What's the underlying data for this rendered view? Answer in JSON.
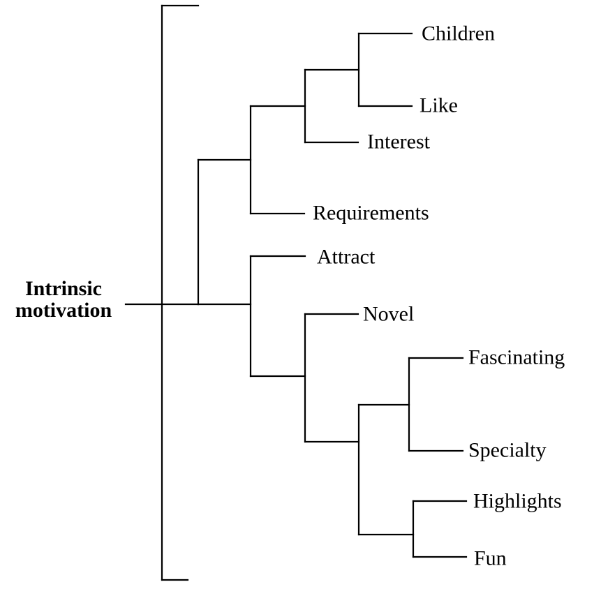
{
  "root": {
    "line1": "Intrinsic",
    "line2": "motivation"
  },
  "leaves": [
    "Children",
    "Like",
    "Interest",
    "Requirements",
    "Attract",
    "Novel",
    "Fascinating",
    "Specialty",
    "Highlights",
    "Fun"
  ],
  "colors": {
    "line": "#000000",
    "text": "#000000",
    "background": "#ffffff"
  }
}
